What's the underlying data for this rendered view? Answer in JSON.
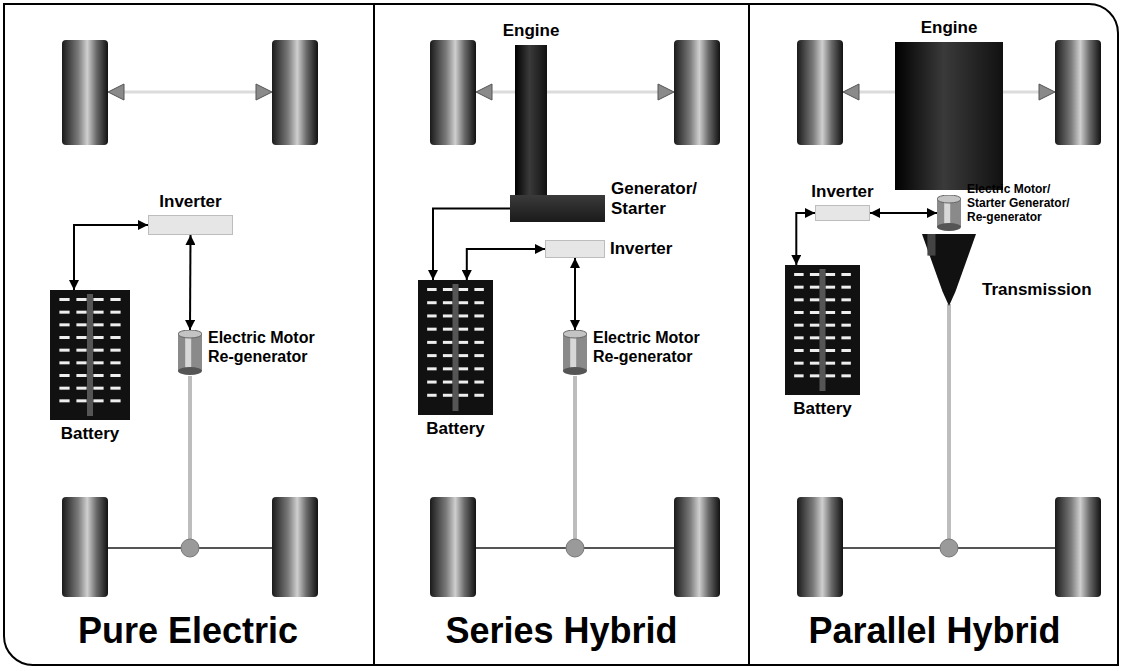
{
  "diagram": {
    "nodes": [
      {
        "text": [
          "Pure Electric"
        ]
      },
      {
        "text": [
          "Inverter"
        ],
        "in": 0
      },
      {
        "text": [
          "Battery"
        ],
        "in": 0
      },
      {
        "text": [
          "Electric Motor Re-generator"
        ],
        "in": 0
      },
      {
        "text": [
          "Series Hybrid"
        ]
      },
      {
        "text": [
          "Engine"
        ],
        "in": 4
      },
      {
        "text": [
          "Generator/ Starter"
        ],
        "in": 4
      },
      {
        "text": [
          "Inverter"
        ],
        "in": 4
      },
      {
        "text": [
          "Battery"
        ],
        "in": 4
      },
      {
        "text": [
          "Electric Motor Re-generator"
        ],
        "in": 4
      },
      {
        "text": [
          "Parallel Hybrid"
        ]
      },
      {
        "text": [
          "Engine"
        ],
        "in": 10
      },
      {
        "text": [
          "Inverter"
        ],
        "in": 10
      },
      {
        "text": [
          "Electric Motor/ Starter Generator/ Re-generator"
        ],
        "in": 10
      },
      {
        "text": [
          "Transmission"
        ],
        "in": 10
      },
      {
        "text": [
          "Battery"
        ],
        "in": 10
      }
    ],
    "edges": [
      {
        "from": 2,
        "to": 1,
        "arrow": "both"
      },
      {
        "from": 1,
        "to": 3,
        "arrow": "both"
      },
      {
        "from": 6,
        "to": 8,
        "arrow": "to"
      },
      {
        "from": 8,
        "to": 7,
        "arrow": "both"
      },
      {
        "from": 7,
        "to": 9,
        "arrow": "both"
      },
      {
        "from": 15,
        "to": 12,
        "arrow": "both"
      },
      {
        "from": 12,
        "to": 13,
        "arrow": "both"
      }
    ]
  }
}
